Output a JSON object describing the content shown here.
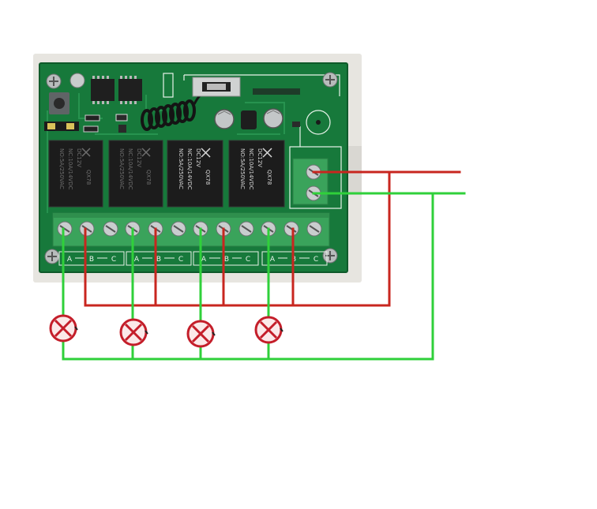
{
  "relays": [
    {
      "model": "QX78",
      "line1": "NO:5A/250VAC",
      "line2": "NC:10A/14VDC",
      "line3": "DC12V"
    },
    {
      "model": "QX78",
      "line1": "NO:5A/250VAC",
      "line2": "NC:10A/14VDC",
      "line3": "DC12V"
    },
    {
      "model": "QX78",
      "line1": "NO:5A/250VAC",
      "line2": "NC:10A/14VDC",
      "line3": "DC12V"
    },
    {
      "model": "QX78",
      "line1": "NO:5A/250VAC",
      "line2": "NC:10A/14VDC",
      "line3": "DC12V"
    }
  ],
  "terminal_labels": [
    {
      "a": "A",
      "b": "B",
      "c": "C"
    },
    {
      "a": "A",
      "b": "B",
      "c": "C"
    },
    {
      "a": "A",
      "b": "B",
      "c": "C"
    },
    {
      "a": "A",
      "b": "B",
      "c": "C"
    }
  ],
  "colors": {
    "pcb": "#17793b",
    "terminal_block": "#3aa35b",
    "live_wire": "#c8261f",
    "neutral_wire": "#2fd03a",
    "lamp": "#c41e2a"
  },
  "icons": {
    "lamp": "lamp-icon",
    "screw": "screw-icon"
  }
}
